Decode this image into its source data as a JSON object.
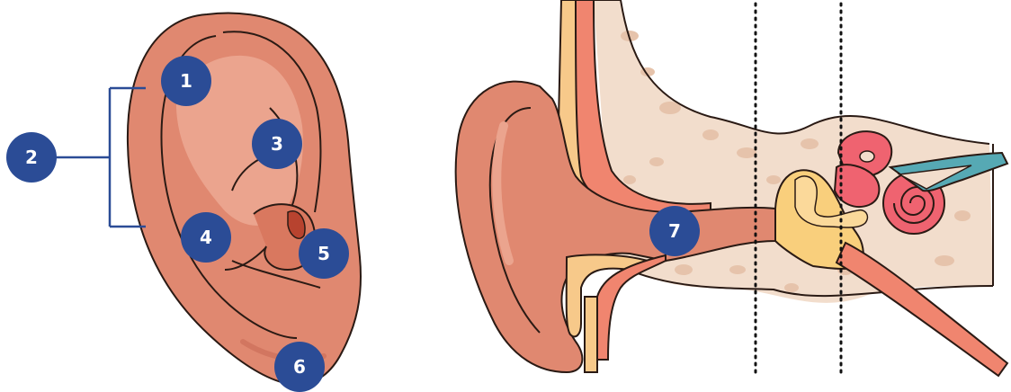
{
  "diagram": {
    "markers": [
      {
        "id": "m1",
        "label": "1"
      },
      {
        "id": "m2",
        "label": "2"
      },
      {
        "id": "m3",
        "label": "3"
      },
      {
        "id": "m4",
        "label": "4"
      },
      {
        "id": "m5",
        "label": "5"
      },
      {
        "id": "m6",
        "label": "6"
      },
      {
        "id": "m7",
        "label": "7"
      }
    ],
    "colors": {
      "badge": "#2b4c96",
      "skin": "#e08870",
      "skin_light": "#eba48e",
      "skin_dark": "#c86a55",
      "outline": "#2a1a14",
      "cartilage": "#f7c98a",
      "canal": "#f0856f",
      "bone": "#f2ddcc",
      "bone_spot": "#e6c3ab",
      "inner_ear": "#ef6370",
      "nerve": "#56a9b4",
      "ossicle": "#f9cf7c",
      "bracket": "#2b4c96"
    }
  }
}
